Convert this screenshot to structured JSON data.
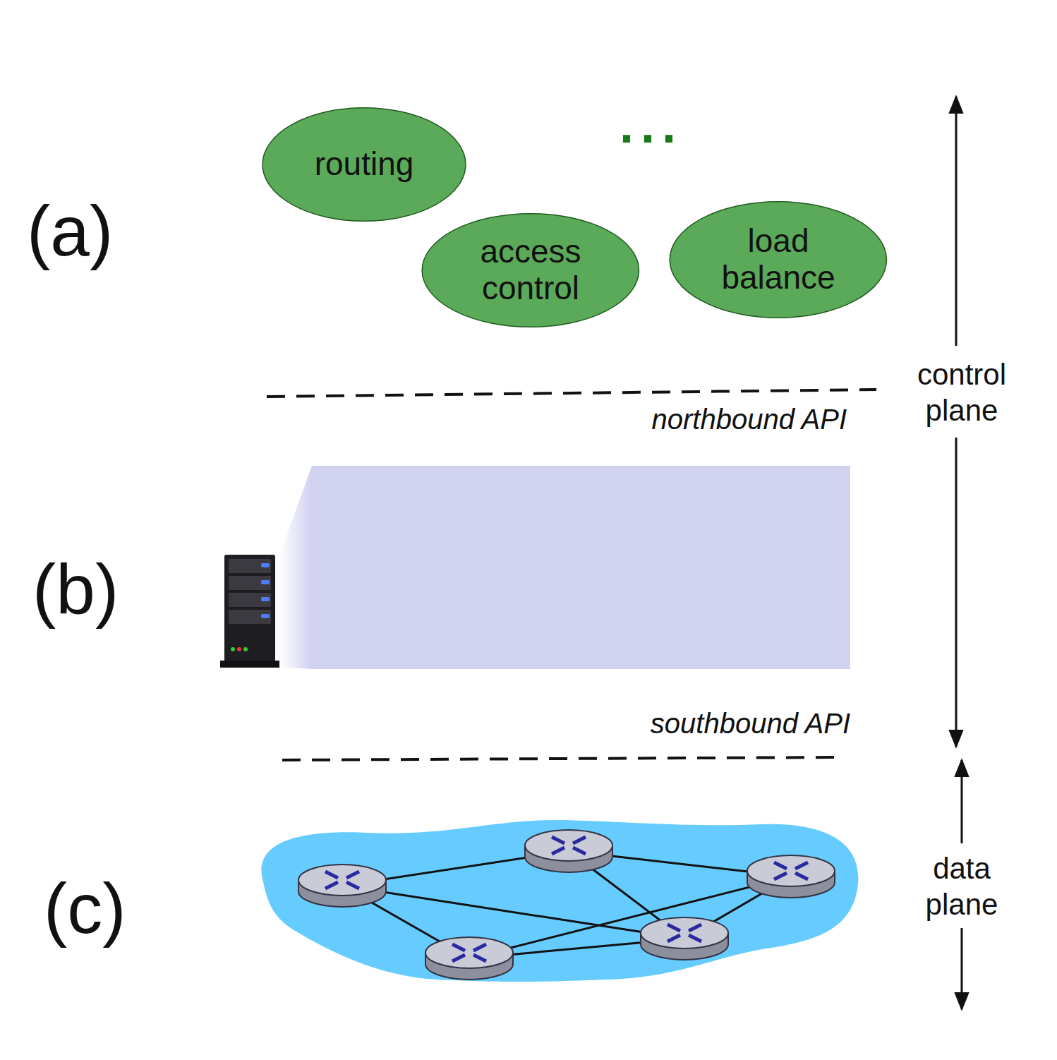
{
  "diagram": {
    "nodes": [
      {
        "text": [
          "routing"
        ]
      },
      {
        "text": [
          "access control"
        ]
      },
      {
        "text": [
          "load balance"
        ]
      }
    ],
    "labels": [
      "(a)",
      "...",
      "control plane",
      "northbound API",
      "(b)",
      "southbound API",
      "(c)",
      "data plane"
    ]
  }
}
